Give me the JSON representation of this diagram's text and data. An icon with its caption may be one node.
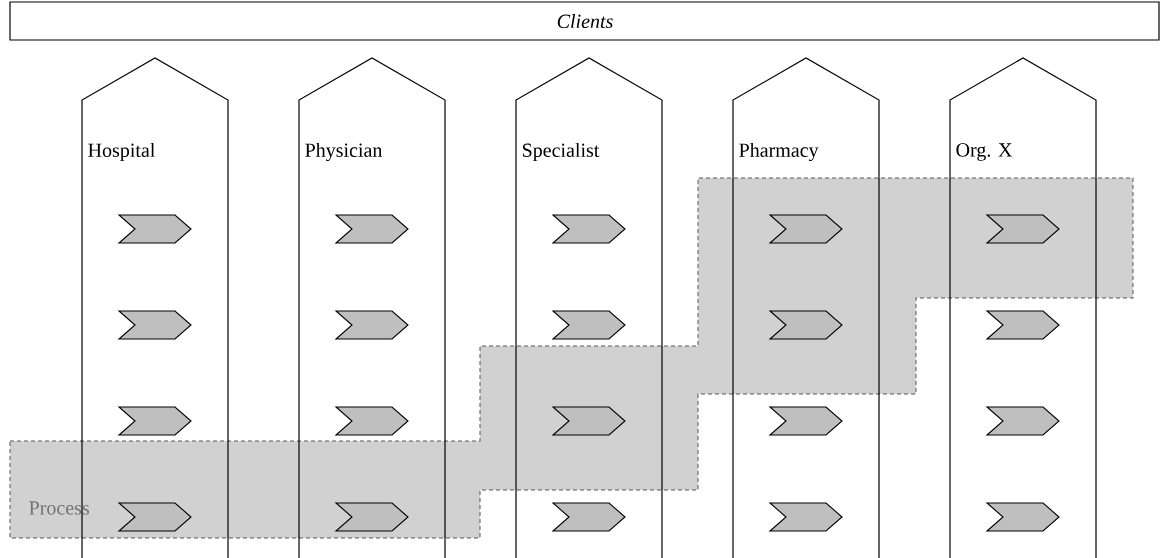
{
  "diagram": {
    "nodes": [
      {
        "text": [
          "Clients"
        ]
      },
      {
        "text": [
          "Hospital"
        ]
      },
      {
        "text": [
          "Physician"
        ]
      },
      {
        "text": [
          "Specialist"
        ]
      },
      {
        "text": [
          "Pharmacy"
        ]
      },
      {
        "text": [
          "Org. X"
        ]
      },
      {
        "text": [],
        "shape": "chevron",
        "in": 1
      },
      {
        "text": [],
        "shape": "chevron",
        "in": 1
      },
      {
        "text": [],
        "shape": "chevron",
        "in": 1
      },
      {
        "text": [],
        "shape": "chevron"
      },
      {
        "text": [],
        "shape": "chevron",
        "in": 2
      },
      {
        "text": [],
        "shape": "chevron",
        "in": 2
      },
      {
        "text": [],
        "shape": "chevron",
        "in": 2
      },
      {
        "text": [],
        "shape": "chevron"
      },
      {
        "text": [],
        "shape": "chevron",
        "in": 3
      },
      {
        "text": [],
        "shape": "chevron",
        "in": 3
      },
      {
        "text": [],
        "shape": "chevron"
      },
      {
        "text": [],
        "shape": "chevron",
        "in": 3
      },
      {
        "text": [],
        "shape": "chevron"
      },
      {
        "text": [],
        "shape": "chevron"
      },
      {
        "text": [],
        "shape": "chevron",
        "in": 4
      },
      {
        "text": [],
        "shape": "chevron",
        "in": 4
      },
      {
        "text": [],
        "shape": "chevron"
      },
      {
        "text": [],
        "shape": "chevron",
        "in": 5
      },
      {
        "text": [],
        "shape": "chevron",
        "in": 5
      },
      {
        "text": [],
        "shape": "chevron",
        "in": 5
      },
      {
        "text": [
          "Process"
        ]
      }
    ]
  }
}
